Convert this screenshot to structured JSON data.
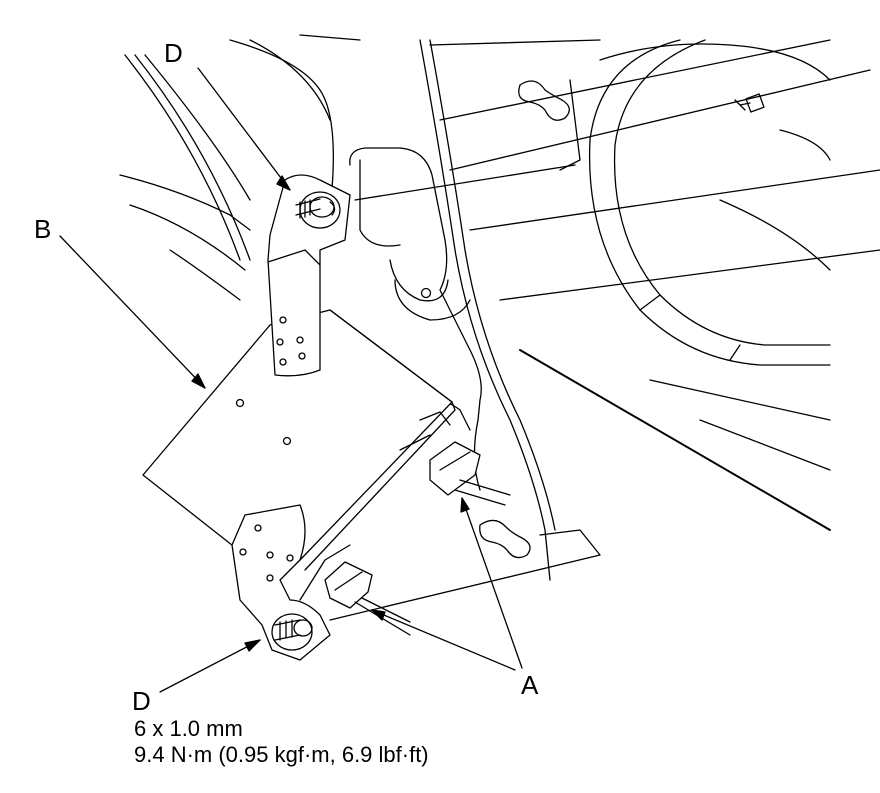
{
  "callouts": {
    "d_top": "D",
    "b": "B",
    "a": "A",
    "d_bottom": "D"
  },
  "spec": {
    "bolt_size": "6 x 1.0 mm",
    "torque": "9.4 N·m (0.95 kgf·m, 6.9 lbf·ft)"
  }
}
